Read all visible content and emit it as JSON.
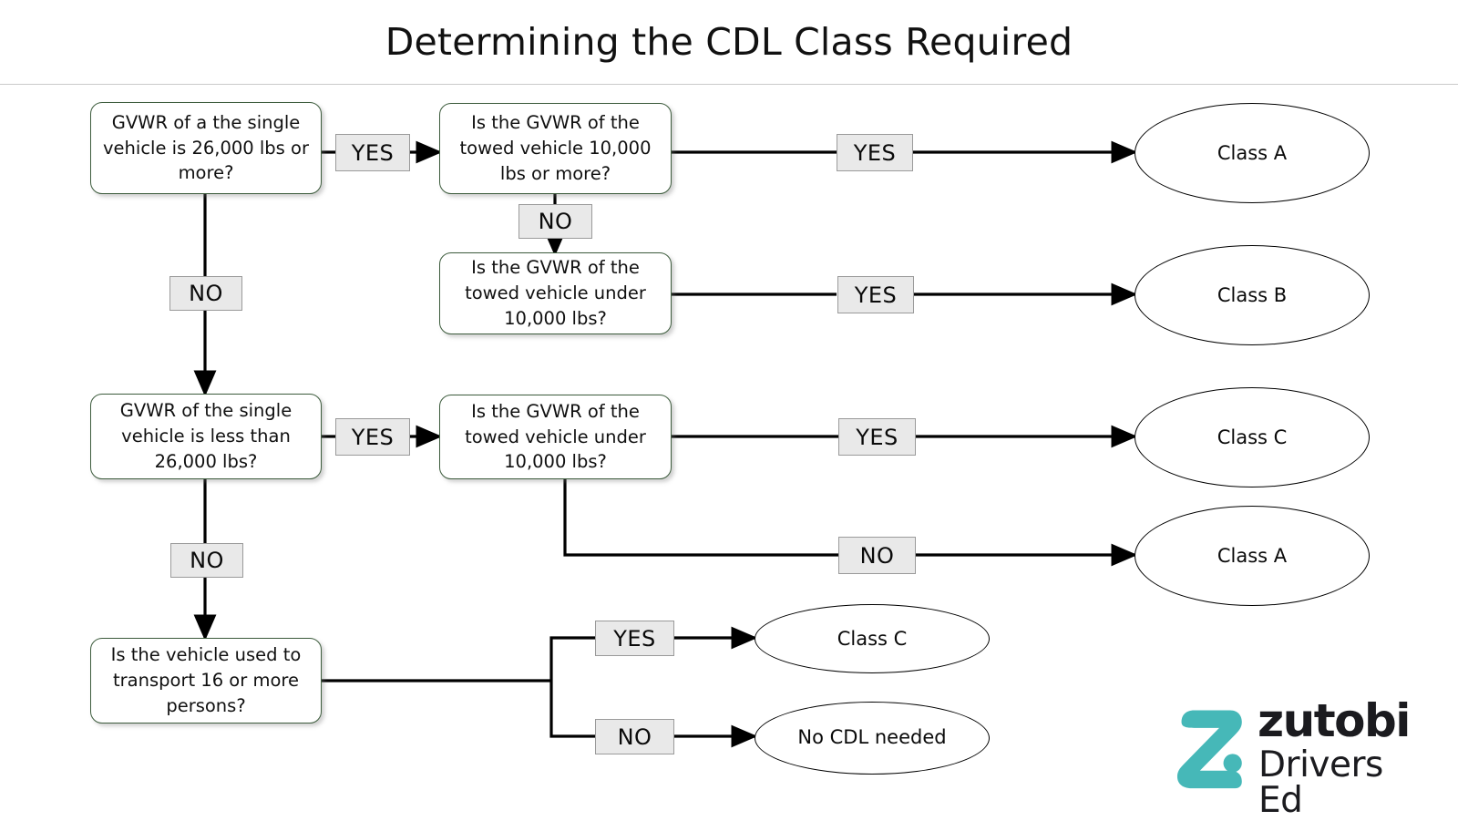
{
  "header": {
    "title": "Determining the CDL Class Required"
  },
  "flowchart": {
    "type": "decision-flowchart",
    "decision_nodes": [
      {
        "id": "d1",
        "text": "GVWR of a the single vehicle is 26,000 lbs or more?"
      },
      {
        "id": "d2",
        "text": "Is the GVWR of the towed vehicle 10,000 lbs or more?"
      },
      {
        "id": "d3",
        "text": "Is the GVWR of the towed vehicle under 10,000 lbs?"
      },
      {
        "id": "d4",
        "text": "GVWR of the single vehicle is less than 26,000 lbs?"
      },
      {
        "id": "d5",
        "text": "Is the GVWR of the towed vehicle under 10,000 lbs?"
      },
      {
        "id": "d6",
        "text": "Is the vehicle used to transport 16 or more persons?"
      }
    ],
    "terminal_nodes": [
      {
        "id": "t1",
        "text": "Class A"
      },
      {
        "id": "t2",
        "text": "Class B"
      },
      {
        "id": "t3",
        "text": "Class C"
      },
      {
        "id": "t4",
        "text": "Class A"
      },
      {
        "id": "t5",
        "text": "Class C"
      },
      {
        "id": "t6",
        "text": "No CDL needed"
      }
    ],
    "edge_labels": [
      {
        "id": "e1",
        "text": "YES",
        "from": "d1",
        "to": "d2"
      },
      {
        "id": "e2",
        "text": "YES",
        "from": "d2",
        "to": "t1"
      },
      {
        "id": "e3",
        "text": "NO",
        "from": "d2",
        "to": "d3"
      },
      {
        "id": "e4",
        "text": "YES",
        "from": "d3",
        "to": "t2"
      },
      {
        "id": "e5",
        "text": "NO",
        "from": "d1",
        "to": "d4"
      },
      {
        "id": "e6",
        "text": "YES",
        "from": "d4",
        "to": "d5"
      },
      {
        "id": "e7",
        "text": "YES",
        "from": "d5",
        "to": "t3"
      },
      {
        "id": "e8",
        "text": "NO",
        "from": "d5",
        "to": "t4"
      },
      {
        "id": "e9",
        "text": "NO",
        "from": "d4",
        "to": "d6"
      },
      {
        "id": "e10",
        "text": "YES",
        "from": "d6",
        "to": "t5"
      },
      {
        "id": "e11",
        "text": "NO",
        "from": "d6",
        "to": "t6"
      }
    ]
  },
  "branding": {
    "wordmark": "zutobi",
    "tagline": "Drivers Ed",
    "accent_color": "#46b8b8"
  },
  "colors": {
    "box_border": "#3d5c3d",
    "label_fill": "#e9e9e9",
    "label_border": "#9a9a9a",
    "connector": "#000000",
    "title_divider": "#c9c9c9",
    "background": "#ffffff"
  }
}
